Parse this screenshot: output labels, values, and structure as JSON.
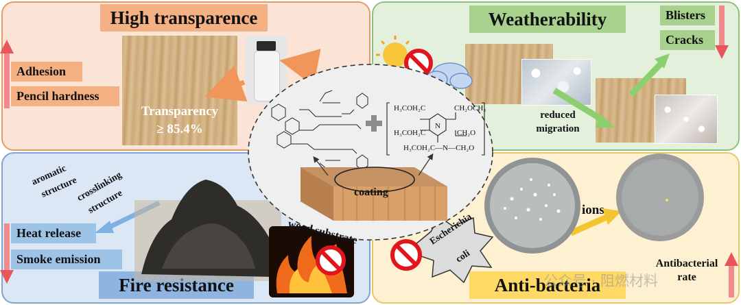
{
  "quadrants": {
    "top_left": {
      "title": "High transparence",
      "tags": [
        "Adhesion",
        "Pencil hardness"
      ],
      "transparency_line1": "Transparency",
      "transparency_line2": "≥ 85.4%"
    },
    "top_right": {
      "title": "Weatherability",
      "tags": [
        "Blisters",
        "Cracks"
      ],
      "migration_line1": "reduced",
      "migration_line2": "migration"
    },
    "bottom_left": {
      "title": "Fire resistance",
      "tags": [
        "Heat release",
        "Smoke emission"
      ],
      "aromatic_line1": "aromatic",
      "aromatic_line2": "structure",
      "crosslink_line1": "crosslinking",
      "crosslink_line2": "structure"
    },
    "bottom_right": {
      "title": "Anti-bacteria",
      "ions": "ions",
      "bacteria_line1": "Escherichia",
      "bacteria_line2": "coli",
      "rate_line1": "Antibacterial",
      "rate_line2": "rate"
    }
  },
  "center": {
    "coating": "coating",
    "substrate": "wood substrate",
    "plus": "+",
    "triazine_rows": [
      "H₃COH₂C",
      "CH₂OCH₃",
      "H₃COH₂C",
      "N",
      "CH₂O",
      "H₃COH₂C—N—CH₂O"
    ]
  },
  "watermark": "公众号 · 阻燃材料",
  "colors": {
    "top_left": "#fbe4d6",
    "top_right": "#e3f1dc",
    "bottom_left": "#dbe7f5",
    "bottom_right": "#fdf1d2",
    "orange_tag": "#f4b183",
    "green_tag": "#a9d18e",
    "blue_tag": "#9dc3e6",
    "yellow_tag": "#ffd966",
    "red_arrow": "#e8555b"
  }
}
